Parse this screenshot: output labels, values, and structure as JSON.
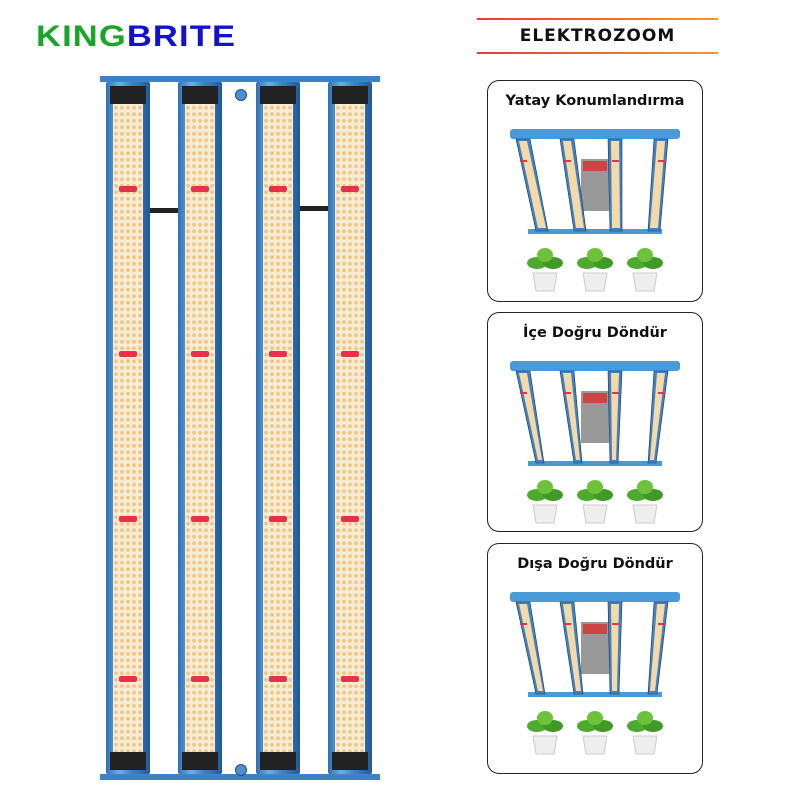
{
  "brand": {
    "logo_part1": "KING",
    "logo_part2": "BRITE",
    "seller": "ELEKTROZOOM"
  },
  "panels": [
    {
      "title": "Yatay Konumlandırma",
      "mode": "flat"
    },
    {
      "title": "İçe Doğru Döndür",
      "mode": "inward"
    },
    {
      "title": "Dışa Doğru Döndür",
      "mode": "outward"
    }
  ],
  "colors": {
    "green": "#1aa52a",
    "blue": "#1212c8",
    "frame": "#3d82c7",
    "led": "#f2c680",
    "red_led": "#e8304a"
  }
}
